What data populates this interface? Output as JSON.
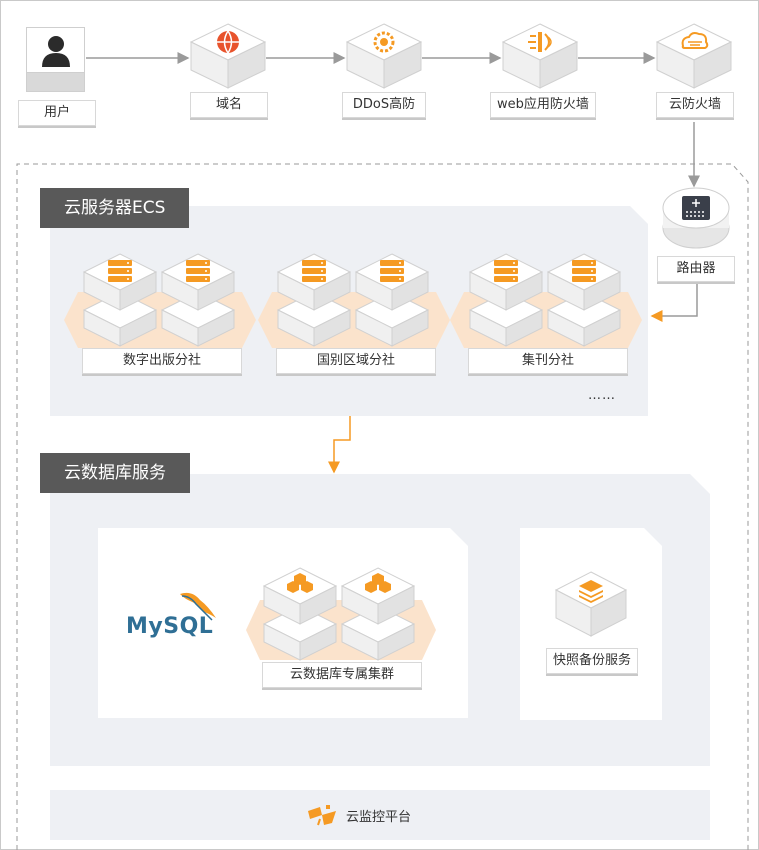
{
  "top_flow": {
    "user": "用户",
    "domain": "域名",
    "ddos": "DDoS高防",
    "waf": "web应用防火墙",
    "cloud_firewall": "云防火墙"
  },
  "router": "路由器",
  "ecs": {
    "title": "云服务器ECS",
    "groups": [
      "数字出版分社",
      "国别区域分社",
      "集刊分社"
    ],
    "more": "……"
  },
  "db": {
    "title": "云数据库服务",
    "mysql_logo": "MySQL",
    "cluster": "云数据库专属集群",
    "backup": "快照备份服务"
  },
  "monitor": "云监控平台",
  "colors": {
    "accent": "#f59a23",
    "icon_orange": "#f7a43b",
    "platform_orange": "#fbe3cc",
    "title_bg": "#595959",
    "panel_bg": "#eef0f4",
    "line_gray": "#9a9a9a",
    "mysql_blue": "#2f6f95"
  }
}
